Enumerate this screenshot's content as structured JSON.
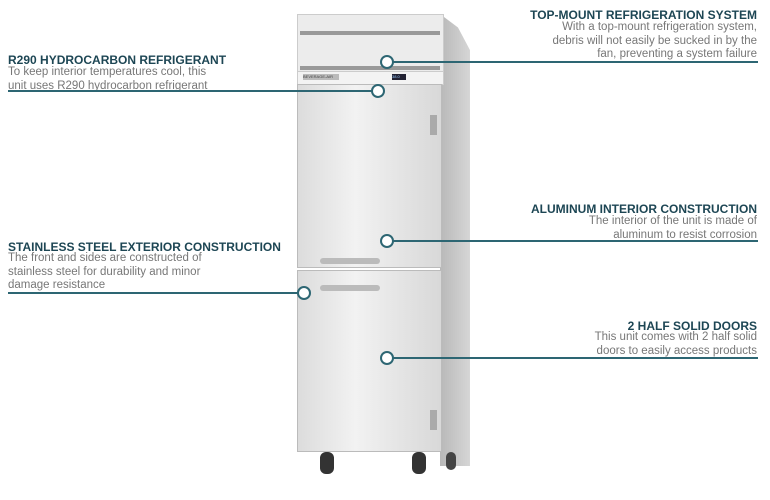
{
  "brand": "BEVERAGE-AIR",
  "display": "38.0",
  "callouts": [
    {
      "title": "TOP-MOUNT REFRIGERATION SYSTEM",
      "text": "With a top-mount refrigeration system, debris will not easily be sucked in by the fan, preventing a system failure"
    },
    {
      "title": "R290 HYDROCARBON REFRIGERANT",
      "text": "To keep interior temperatures cool, this unit uses R290 hydrocarbon refrigerant"
    },
    {
      "title": "ALUMINUM INTERIOR CONSTRUCTION",
      "text": "The interior of the unit is made of aluminum to resist corrosion"
    },
    {
      "title": "STAINLESS STEEL EXTERIOR CONSTRUCTION",
      "text": "The front and sides are constructed of stainless steel for durability and minor damage resistance"
    },
    {
      "title": "2 HALF SOLID DOORS",
      "text": "This unit comes with 2 half solid doors to easily access products"
    }
  ],
  "colors": {
    "heading": "#1d4654",
    "line": "#2d6673"
  }
}
